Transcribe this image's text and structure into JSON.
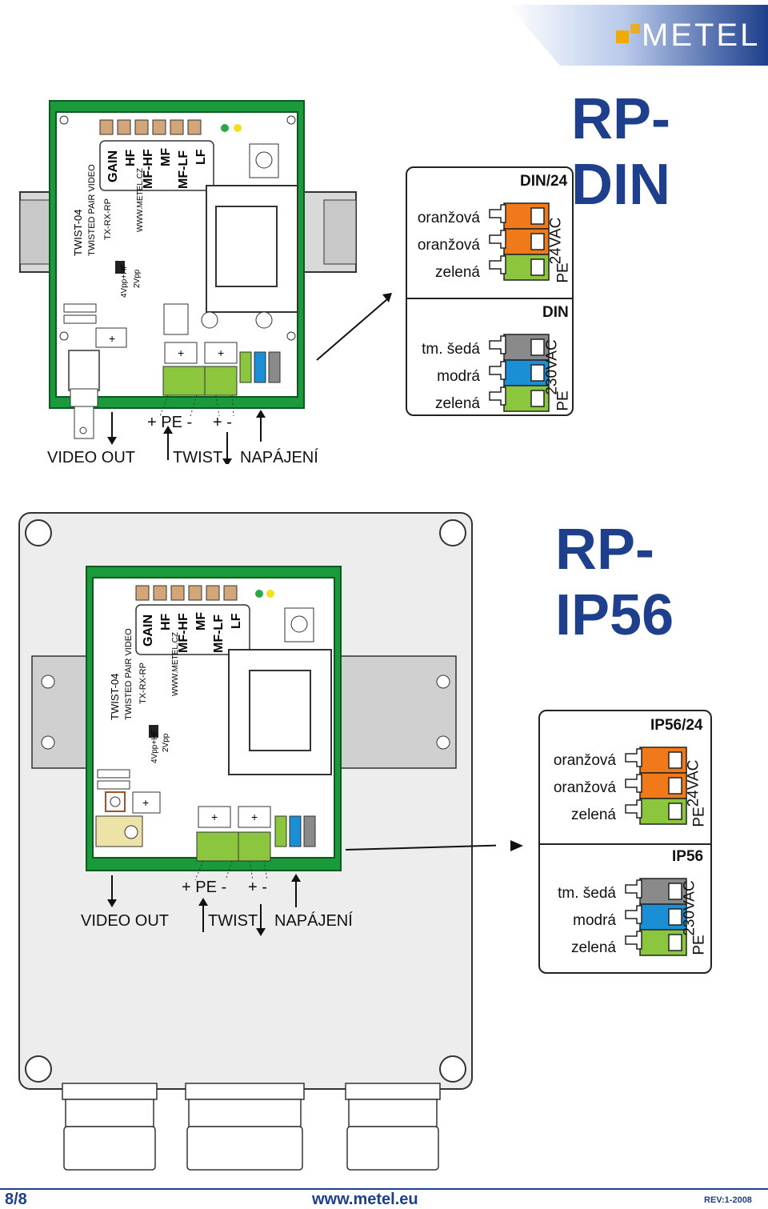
{
  "brand": {
    "logo_text": "METEL",
    "accent": "#1d3f8c"
  },
  "top_section": {
    "title": "RP-DIN",
    "box_24": {
      "heading": "DIN/24",
      "wires": [
        "oranžová",
        "oranžová",
        "zelená"
      ],
      "side_main": "24VAC",
      "side_pe": "PE",
      "colors": [
        "#f07a1a",
        "#f07a1a",
        "#8cc63f"
      ]
    },
    "box_230": {
      "heading": "DIN",
      "wires": [
        "tm. šedá",
        "modrá",
        "zelená"
      ],
      "side_main": "230VAC",
      "side_pe": "PE",
      "colors": [
        "#8a8a8a",
        "#1a8fd6",
        "#8cc63f"
      ]
    },
    "labels": {
      "video_out": "VIDEO OUT",
      "twist": "TWIST",
      "napajeni": "NAPÁJENÍ",
      "pe": "+ PE -",
      "plus_minus": "+ -"
    }
  },
  "bottom_section": {
    "title": "RP-IP56",
    "box_24": {
      "heading": "IP56/24",
      "wires": [
        "oranžová",
        "oranžová",
        "zelená"
      ],
      "side_main": "24VAC",
      "side_pe": "PE",
      "colors": [
        "#f07a1a",
        "#f07a1a",
        "#8cc63f"
      ]
    },
    "box_230": {
      "heading": "IP56",
      "wires": [
        "tm. šedá",
        "modrá",
        "zelená"
      ],
      "side_main": "230VAC",
      "side_pe": "PE",
      "colors": [
        "#8a8a8a",
        "#1a8fd6",
        "#8cc63f"
      ]
    },
    "labels": {
      "video_out": "VIDEO OUT",
      "twist": "TWIST",
      "napajeni": "NAPÁJENÍ",
      "pe": "+ PE -",
      "plus_minus": "+ -"
    }
  },
  "pcb": {
    "trim_labels": [
      "GAIN",
      "HF",
      "MF-HF",
      "MF",
      "MF-LF",
      "LF"
    ],
    "board_text_1": "TWIST-04",
    "board_text_2": "TWISTED PAIR VIDEO",
    "board_text_3": "TX-RX-RP",
    "board_text_4": "WWW.METEL.CZ",
    "board_text_5": "4Vpp+HF",
    "board_text_6": "2Vpp",
    "pcb_color": "#1a9a3a",
    "terminal_color": "#8cc63f"
  },
  "footer": {
    "page": "8/8",
    "url": "www.metel.eu",
    "rev": "REV:1-2008"
  }
}
